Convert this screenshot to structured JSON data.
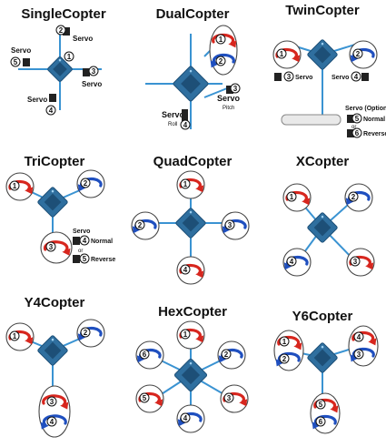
{
  "colors": {
    "arm": "#3a93d2",
    "board": "#2f6f9f",
    "board_dark": "#1d4f77",
    "prop_cw": "#d7261e",
    "prop_ccw": "#1f4fbf",
    "servo": "#222222",
    "circle": "#444444",
    "motor_badge": "#ffffff",
    "wing_fill": "#e9e9e9"
  },
  "diagrams": [
    {
      "id": "singlecopter",
      "title": "SingleCopter",
      "icon": "multirotor-frame-icon",
      "labels": {
        "servo_top": "Servo",
        "servo_left": "Servo",
        "servo_right": "Servo",
        "servo_bottom": "Servo"
      },
      "numbers": {
        "n1": "1",
        "n2": "2",
        "n3": "3",
        "n4": "4",
        "n5": "5"
      }
    },
    {
      "id": "dualcopter",
      "title": "DualCopter",
      "icon": "multirotor-frame-icon",
      "labels": {
        "servo_pitch": "Servo",
        "pitch": "Pitch",
        "servo_roll": "Servo",
        "roll": "Roll"
      },
      "numbers": {
        "n1": "1",
        "n2": "2",
        "n3": "3",
        "n4": "4"
      }
    },
    {
      "id": "twincopter",
      "title": "TwinCopter",
      "icon": "multirotor-frame-icon",
      "labels": {
        "servo_left": "Servo",
        "servo_right": "Servo",
        "servo_optional": "Servo (Optional)",
        "normal": "Normal",
        "or": "or",
        "reverse": "Reverse"
      },
      "numbers": {
        "n1": "1",
        "n2": "2",
        "n3": "3",
        "n4": "4",
        "n5": "5",
        "n6": "6"
      }
    },
    {
      "id": "tricopter",
      "title": "TriCopter",
      "icon": "multirotor-frame-icon",
      "labels": {
        "servo": "Servo",
        "normal": "Normal",
        "or": "or",
        "reverse": "Reverse"
      },
      "numbers": {
        "n1": "1",
        "n2": "2",
        "n3": "3",
        "n4": "4",
        "n5": "5"
      }
    },
    {
      "id": "quadcopter",
      "title": "QuadCopter",
      "icon": "multirotor-frame-icon",
      "numbers": {
        "n1": "1",
        "n2": "2",
        "n3": "3",
        "n4": "4"
      }
    },
    {
      "id": "xcopter",
      "title": "XCopter",
      "icon": "multirotor-frame-icon",
      "numbers": {
        "n1": "1",
        "n2": "2",
        "n3": "3",
        "n4": "4"
      }
    },
    {
      "id": "y4copter",
      "title": "Y4Copter",
      "icon": "multirotor-frame-icon",
      "numbers": {
        "n1": "1",
        "n2": "2",
        "n3": "3",
        "n4": "4"
      }
    },
    {
      "id": "hexcopter",
      "title": "HexCopter",
      "icon": "multirotor-frame-icon",
      "numbers": {
        "n1": "1",
        "n2": "2",
        "n3": "3",
        "n4": "4",
        "n5": "5",
        "n6": "6"
      }
    },
    {
      "id": "y6copter",
      "title": "Y6Copter",
      "icon": "multirotor-frame-icon",
      "numbers": {
        "n1": "1",
        "n2": "2",
        "n3": "3",
        "n4": "4",
        "n5": "5",
        "n6": "6"
      }
    }
  ]
}
